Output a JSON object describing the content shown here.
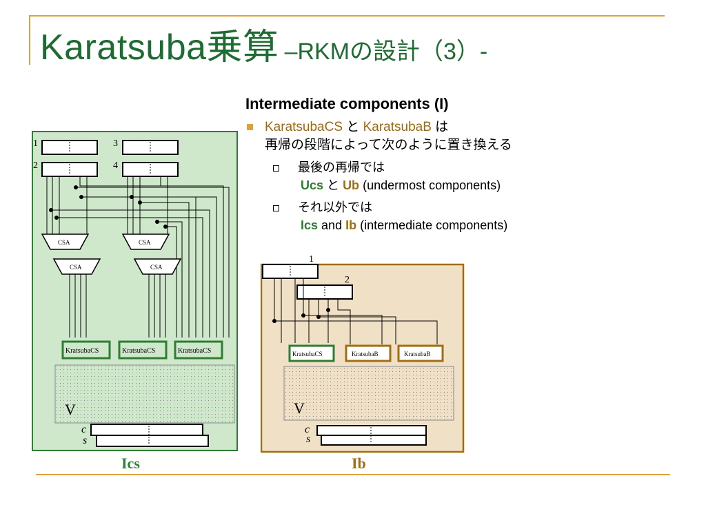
{
  "slide": {
    "title": "Karatsuba乗算",
    "subtitle": "–RKMの設計（3）-",
    "heading": "Intermediate components (I)",
    "bullet1": {
      "term1": "KaratsubaCS",
      "conj": "と",
      "term2": "KaratsubaB",
      "suffix": "は",
      "line2": "再帰の段階によって次のように置き換える"
    },
    "sub1": {
      "label": "最後の再帰では",
      "term1": "Ucs",
      "conj": "と",
      "term2": "Ub",
      "note": "(undermost components)"
    },
    "sub2": {
      "label": "それ以外では",
      "term1": "Ics",
      "conj": "and",
      "term2": "Ib",
      "note": "(intermediate components)"
    }
  },
  "diagram_ics": {
    "caption": "Ics",
    "inputs": [
      "1",
      "2",
      "3",
      "4"
    ],
    "csa_label": "CSA",
    "blocks": [
      "KratsubaCS",
      "KratsubaCS",
      "KratsubaCS"
    ],
    "v_label": "V",
    "c_label": "c",
    "s_label": "s",
    "bg_color": "#cfe8cc",
    "border_color": "#2e7d32"
  },
  "diagram_ib": {
    "caption": "Ib",
    "inputs": [
      "1",
      "2"
    ],
    "blocks": [
      "KratsubaCS",
      "KratsubaB",
      "KratsubaB"
    ],
    "v_label": "V",
    "c_label": "c",
    "s_label": "s",
    "bg_color": "#efe0c6",
    "border_color": "#a06e10"
  },
  "colors": {
    "title": "#1e6b34",
    "accent_line": "#e0a13a",
    "keyword_green": "#2e7d32",
    "keyword_brown": "#a06e10"
  }
}
